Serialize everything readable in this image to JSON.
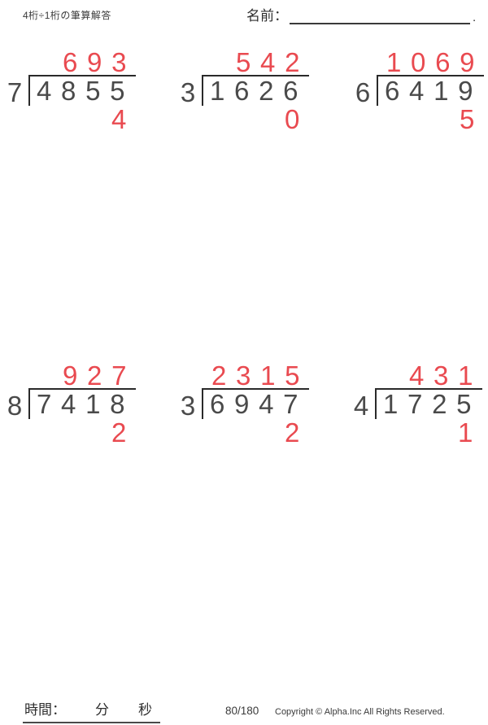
{
  "header": {
    "title": "4桁÷1桁の筆算解答",
    "name_label": "名前：",
    "name_line_period": "."
  },
  "problems": [
    {
      "divisor": "7",
      "dividend": "4855",
      "quotient": "693",
      "remainder": "4"
    },
    {
      "divisor": "3",
      "dividend": "1626",
      "quotient": "542",
      "remainder": "0"
    },
    {
      "divisor": "6",
      "dividend": "6419",
      "quotient": "1069",
      "remainder": "5"
    },
    {
      "divisor": "8",
      "dividend": "7418",
      "quotient": "927",
      "remainder": "2"
    },
    {
      "divisor": "3",
      "dividend": "6947",
      "quotient": "2315",
      "remainder": "2"
    },
    {
      "divisor": "4",
      "dividend": "1725",
      "quotient": "431",
      "remainder": "1"
    }
  ],
  "footer": {
    "time_label": "時間：",
    "minutes_label": "分",
    "seconds_label": "秒",
    "page": "80/180",
    "copyright": "Copyright © Alpha.Inc All Rights Reserved."
  },
  "colors": {
    "answer_red": "#e94a50",
    "digit_gray": "#4a4a4a",
    "line_dark": "#2a2a2a"
  }
}
